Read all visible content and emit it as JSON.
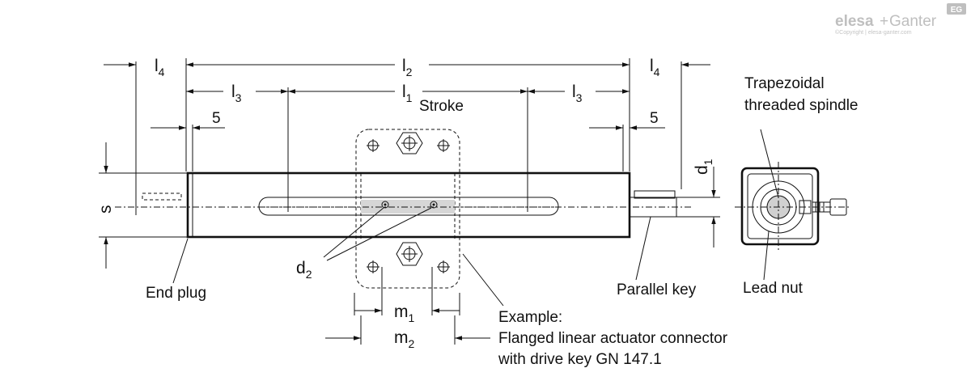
{
  "brand": {
    "logo_text_a": "elesa",
    "logo_plus": "+",
    "logo_text_b": "Ganter",
    "logo_badge": "EG",
    "copyright": "©Copyright | elesa-ganter.com"
  },
  "dimensions": {
    "l4": "l",
    "l4_sub": "4",
    "l2": "l",
    "l2_sub": "2",
    "l3": "l",
    "l3_sub": "3",
    "l1": "l",
    "l1_sub": "1",
    "stroke": "Stroke",
    "five": "5",
    "s": "s",
    "d1": "d",
    "d1_sub": "1",
    "d2": "d",
    "d2_sub": "2",
    "m1": "m",
    "m1_sub": "1",
    "m2": "m",
    "m2_sub": "2"
  },
  "callouts": {
    "end_plug": "End plug",
    "parallel_key": "Parallel key",
    "lead_nut": "Lead nut",
    "spindle_line1": "Trapezoidal",
    "spindle_line2": "threaded spindle",
    "example_line1": "Example:",
    "example_line2": "Flanged linear actuator connector",
    "example_line3": "with drive key GN 147.1"
  }
}
